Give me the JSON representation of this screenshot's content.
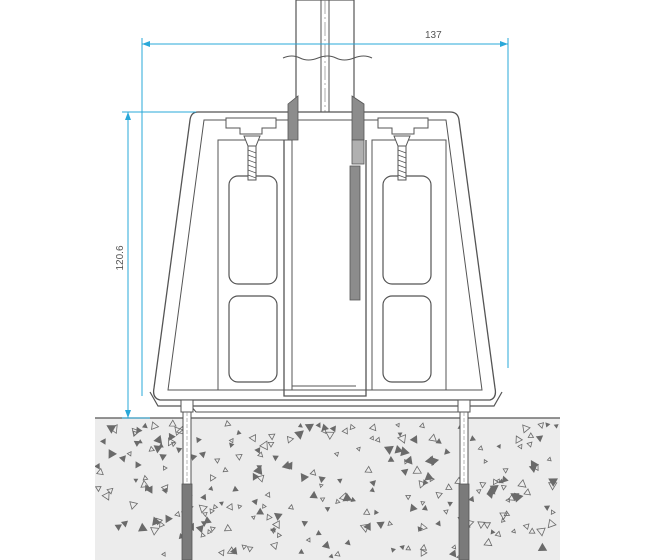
{
  "dimensions": {
    "width_label": "137",
    "height_label": "120.6"
  },
  "colors": {
    "dimension": "#29a8d9",
    "outline": "#555555",
    "concrete_bg": "#ececec",
    "concrete_speck": "#6a6a6a",
    "gasket_fill": "#8c8c8c",
    "profile_fill": "#ffffff"
  },
  "icons": {
    "fastener": "countersunk-screw",
    "anchor": "anchor-bolt"
  }
}
